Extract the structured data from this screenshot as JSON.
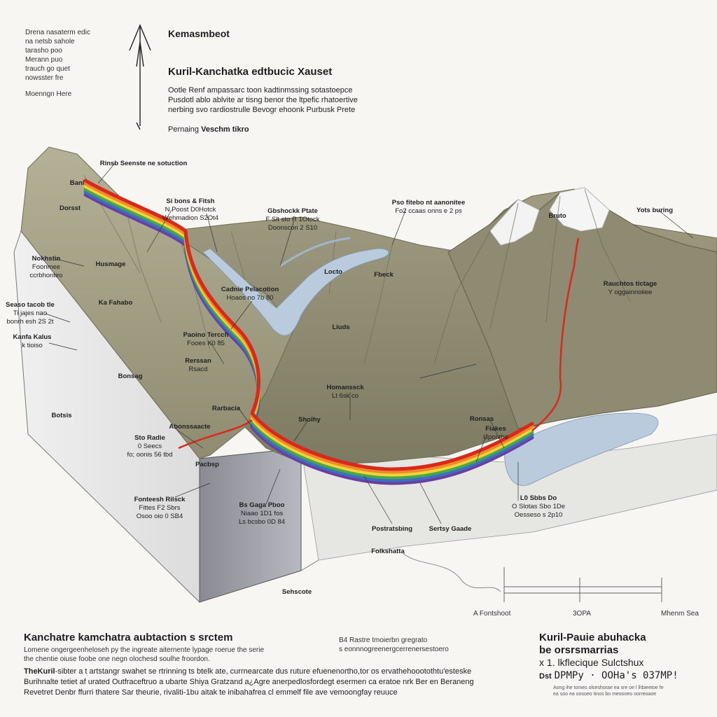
{
  "header": {
    "left_notes": [
      "Drena nasaterm edic",
      "na netsb sahole",
      "tarasho poo",
      "Merann puo",
      "trauch go quet",
      "nowsster fre",
      "Moenngn Here"
    ],
    "compass_title": "Kemasmbeot",
    "main_title": "Kuril-Kanchatka edtbucic Xauset",
    "description_lines": [
      "Ootle Renf ampassarc toon kadtinmssing sotastoepce",
      "Pusdotl ablo ablvite ar tisng benor the ltpefic rhatoertive",
      "nerbing svo rardiostrulle Bevogr ehoonk Purbusk Prete"
    ],
    "subtitle_prefix": "Pernaing",
    "subtitle_bold": "Veschm tikro"
  },
  "labels": [
    {
      "id": "lbl-top-subduction",
      "lines": [
        "Rinsb Seenste ne sotuction"
      ]
    },
    {
      "id": "lbl-bani",
      "lines": [
        "Bani"
      ]
    },
    {
      "id": "lbl-dorsst",
      "lines": [
        "Dorsst"
      ]
    },
    {
      "id": "lbl-sbere-plate",
      "lines": [
        "Si bons & Fitsh",
        "N Poost D0Hotck",
        "Wehmadion S2Ot4"
      ]
    },
    {
      "id": "lbl-gbshock-plate",
      "lines": [
        "Gbshockk Ptate",
        "F Slt sto R 1Otock",
        "Doonscon 2 S10"
      ]
    },
    {
      "id": "lbl-pso-bitebo",
      "lines": [
        "Pso fitebo nt aanonitee",
        "Fo2 ccaas onns e 2 ps"
      ]
    },
    {
      "id": "lbl-yots-buring",
      "lines": [
        "Yots buring"
      ]
    },
    {
      "id": "lbl-bruto",
      "lines": [
        "Bruto"
      ]
    },
    {
      "id": "lbl-nokhstin",
      "lines": [
        "Nokhstin",
        "Foonmee",
        "ccrbhonteo"
      ]
    },
    {
      "id": "lbl-husmage",
      "lines": [
        "Husmage"
      ]
    },
    {
      "id": "lbl-locto",
      "lines": [
        "Locto"
      ]
    },
    {
      "id": "lbl-fbeck",
      "lines": [
        "Fbeck"
      ]
    },
    {
      "id": "lbl-rauchtos",
      "lines": [
        "Rauchtos tictage",
        "Y oggainnoiiee"
      ]
    },
    {
      "id": "lbl-seaso-left",
      "lines": [
        "Seaso tacob tle",
        "Ti jajes nao",
        "bonrh esh 2S 2t"
      ]
    },
    {
      "id": "lbl-ka-fahabo",
      "lines": [
        "Ka Fahabo"
      ]
    },
    {
      "id": "lbl-cadnie",
      "lines": [
        "Cadnie Pelacotion",
        "Hoaos no 7b 80"
      ]
    },
    {
      "id": "lbl-kanfa-kalus",
      "lines": [
        "Kanfa Kalus",
        "k tioiso"
      ]
    },
    {
      "id": "lbl-paoino",
      "lines": [
        "Paoino Tercch",
        "Fooes K0 85"
      ]
    },
    {
      "id": "lbl-liuds",
      "lines": [
        "Liuds"
      ]
    },
    {
      "id": "lbl-rerssan",
      "lines": [
        "Rerssan",
        "Rsacd"
      ]
    },
    {
      "id": "lbl-bonsag",
      "lines": [
        "Bonsag"
      ]
    },
    {
      "id": "lbl-homansck",
      "lines": [
        "Homanssck",
        "Lt 6sk co"
      ]
    },
    {
      "id": "lbl-rarbacia",
      "lines": [
        "Rarbacia"
      ]
    },
    {
      "id": "lbl-botsis",
      "lines": [
        "Botsis"
      ]
    },
    {
      "id": "lbl-sholhy",
      "lines": [
        "Sholhy"
      ]
    },
    {
      "id": "lbl-ronsas",
      "lines": [
        "Ronsas"
      ]
    },
    {
      "id": "lbl-fiakes",
      "lines": [
        "Fiakes",
        "Uponthe"
      ]
    },
    {
      "id": "lbl-sto-radie",
      "lines": [
        "Sto Radie",
        "0 Seecs",
        "fo; oonis 56 tbd"
      ]
    },
    {
      "id": "lbl-abonssacte",
      "lines": [
        "Abonssaacte"
      ]
    },
    {
      "id": "lbl-pacbsp",
      "lines": [
        "Pacbsp"
      ]
    },
    {
      "id": "lbl-fontesh-rilsck",
      "lines": [
        "Fonteesh Rilsck",
        "Fittes F2 Sbrs",
        "Osoo oio 0 SB4"
      ]
    },
    {
      "id": "lbl-bs-gaga",
      "lines": [
        "Bs Gaga Pboo",
        "Niaao 1D1 fos",
        "Ls bcsbo 0D 84"
      ]
    },
    {
      "id": "lbl-lo-sbabs",
      "lines": [
        "L0 Sbbs Do",
        "O Slotas Sbo 1De",
        "Oesseso s 2p10"
      ]
    },
    {
      "id": "lbl-postrassing",
      "lines": [
        "Postratsbing"
      ]
    },
    {
      "id": "lbl-sertsy",
      "lines": [
        "Sertsy Gaade"
      ]
    },
    {
      "id": "lbl-folksbsta",
      "lines": [
        "Folkshatta"
      ]
    },
    {
      "id": "lbl-sehscote",
      "lines": [
        "Sehscote"
      ]
    }
  ],
  "scale": {
    "left_label": "A Fontshoot",
    "mid_label": "3OPA",
    "right_label": "Mhenm Sea"
  },
  "footer": {
    "left_title": "Kanchatre kamchatra aubtaction s srctem",
    "left_lines": [
      "Lomene ongergeenheloseh py the  ingreate aiternente  lypage roerue the serie",
      "the chentie oiuse foobe one negn olochesd soulhe froordon."
    ],
    "mid_lines": [
      "B4   Rastre tmoierbn gregrato",
      "s eonnnogreenergcerrenersestoero"
    ],
    "right_title": "Kuril-Pauie abuhacka",
    "right_subtitle": "be orsrsmarrias",
    "right_line3": "х 1. lkflecique Sulctshux",
    "right_line4_prefix": "Dst",
    "right_line4": "DPMPу · OOHa's 037MP!",
    "right_tiny_lines": [
      "Aong ihe tomes olseshorae ea sre  oe l lhbieetoe fe",
      "ea soo ea oosoeo tinos bo meoooeo oorreoaoe"
    ],
    "bottom_lines": [
      {
        "bold": "TheKuril",
        "text": "-sibter a t artstangr swahet se rtrinning ts btelk ate, currnearcate dus ruture efuenenortho,tor os ervathehoootothtu'esteske"
      },
      {
        "bold": "",
        "text": "Burihnalte tetiet af urated Outfraceftruo a ubarte Shiya Gratzand a¿Agre anerpedlosfordegt esermen ca eratoe nrk Ber en Beraneng"
      },
      {
        "bold": "",
        "text": "Revetret Denbr ffurri thatere  Sar theurie, rivaliti-1bu aitak te inibahafrea cl emmelf file ave vemoongfay reuuce"
      }
    ]
  },
  "colors": {
    "background": "#f7f6f3",
    "terrain": "#a8a68c",
    "terrain_dark": "#7f7d66",
    "snow": "#f2f2f2",
    "water": "#b9cbdc",
    "crust_front": "#ececec",
    "trench_red": "#d9291c",
    "band": [
      "#d9291c",
      "#f0892a",
      "#f2d43a",
      "#48a845",
      "#3b6fc4",
      "#6b3fa0"
    ]
  }
}
